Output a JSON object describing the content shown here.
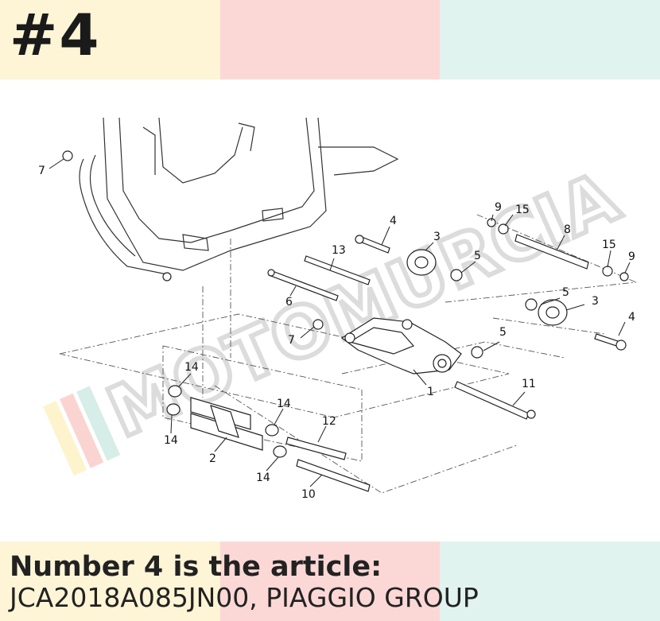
{
  "header": {
    "title": "#4"
  },
  "bands": {
    "colors": [
      "#fdf5d6",
      "#fbd8d6",
      "#e1f3ee"
    ]
  },
  "watermark": {
    "text": "MOTOMURCIA",
    "color": "#dcdcdc"
  },
  "diagram": {
    "callouts": [
      "7",
      "9",
      "15",
      "4",
      "3",
      "8",
      "13",
      "5",
      "15",
      "9",
      "6",
      "5",
      "3",
      "4",
      "7",
      "5",
      "1",
      "11",
      "14",
      "14",
      "14",
      "12",
      "2",
      "14",
      "10"
    ]
  },
  "footer": {
    "line1": "Number 4 is the article:",
    "line2": "JCA2018A085JN00, PIAGGIO GROUP"
  }
}
